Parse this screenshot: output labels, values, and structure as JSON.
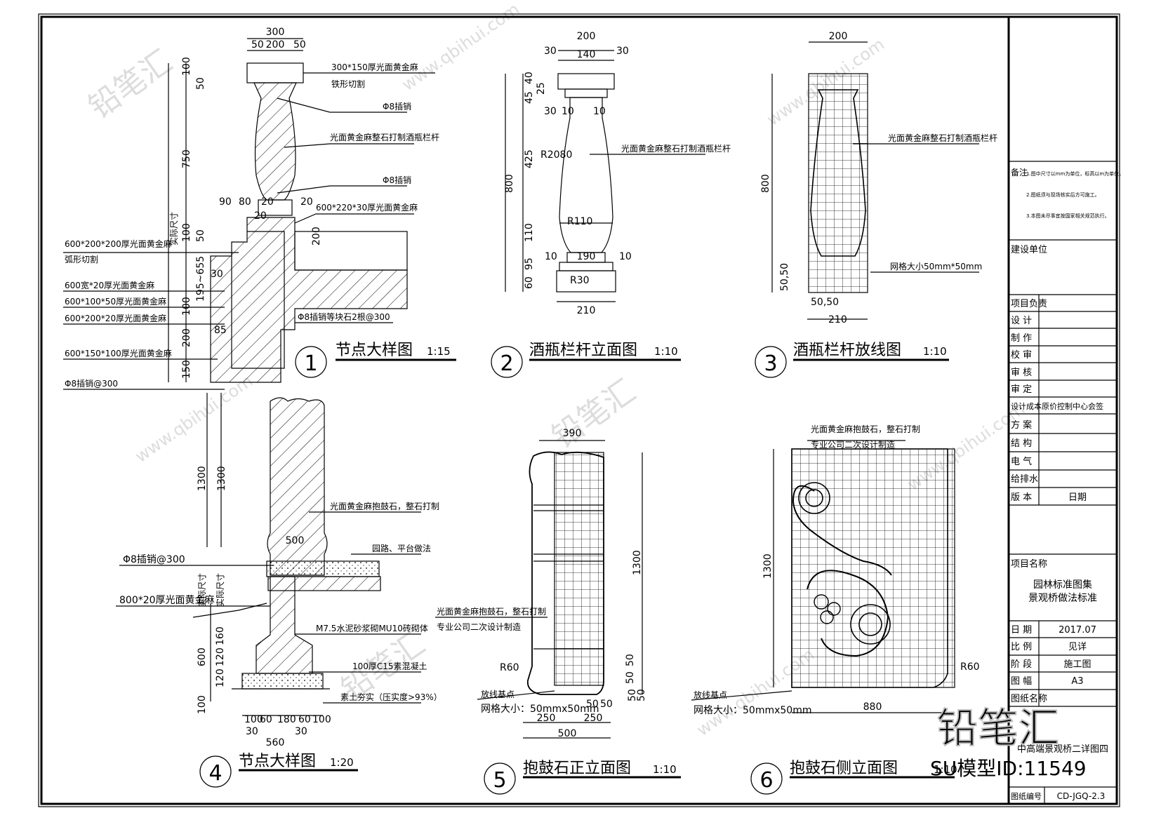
{
  "details": [
    {
      "num": "1",
      "title": "节点大样图",
      "scale": "1:15",
      "dims": [
        "300",
        "50",
        "200",
        "50",
        "100",
        "50",
        "750",
        "100",
        "50",
        "195~655",
        "100",
        "200",
        "150",
        "实际尺寸",
        "90",
        "80",
        "20",
        "20",
        "20",
        "200",
        "30",
        "85"
      ],
      "labels": [
        "300*150厚光面黄金麻",
        "铁形切割",
        "Φ8插销",
        "光面黄金麻整石打制酒瓶栏杆",
        "Φ8插销",
        "600*220*30厚光面黄金麻",
        "600*200*200厚光面黄金麻",
        "弧形切割",
        "600宽*20厚光面黄金麻",
        "600*100*50厚光面黄金麻",
        "600*200*20厚光面黄金麻",
        "600*150*100厚光面黄金麻",
        "Φ8插销等块石2根@300",
        "Φ8插销@300"
      ]
    },
    {
      "num": "2",
      "title": "酒瓶栏杆立面图",
      "scale": "1:10",
      "dims": [
        "200",
        "30",
        "140",
        "30",
        "45",
        "40",
        "25",
        "30",
        "10",
        "10",
        "800",
        "425",
        "110",
        "95",
        "60",
        "10",
        "190",
        "10",
        "210",
        "R2080",
        "R110",
        "R30"
      ],
      "labels": [
        "光面黄金麻整石打制酒瓶栏杆"
      ]
    },
    {
      "num": "3",
      "title": "酒瓶栏杆放线图",
      "scale": "1:10",
      "dims": [
        "200",
        "800",
        "50,50",
        "50,50",
        "210"
      ],
      "labels": [
        "光面黄金麻整石打制酒瓶栏杆",
        "网格大小50mm*50mm"
      ]
    },
    {
      "num": "4",
      "title": "节点大样图",
      "scale": "1:20",
      "dims": [
        "1300",
        "1300",
        "500",
        "实际尺寸",
        "实际尺寸",
        "600",
        "160",
        "120",
        "120",
        "100",
        "100",
        "60",
        "180",
        "60",
        "100",
        "560",
        "30",
        "30"
      ],
      "labels": [
        "光面黄金麻抱鼓石，整石打制",
        "园路、平台做法",
        "Φ8插销@300",
        "800*20厚光面黄金麻",
        "M7.5水泥砂浆砌MU10砖砌体",
        "100厚C15素混凝土",
        "素土夯实（压实度>93%）"
      ]
    },
    {
      "num": "5",
      "title": "抱鼓石正立面图",
      "scale": "1:10",
      "dims": [
        "390",
        "1300",
        "50",
        "50",
        "50",
        "50",
        "250",
        "250",
        "500",
        "50",
        "50",
        "R60"
      ],
      "labels": [
        "光面黄金麻抱鼓石，整石打制",
        "专业公司二次设计制造",
        "放线基点",
        "网格大小：50mmx50mm"
      ]
    },
    {
      "num": "6",
      "title": "抱鼓石侧立面图",
      "scale": "1:10",
      "dims": [
        "1300",
        "880",
        "R60"
      ],
      "labels": [
        "光面黄金麻抱鼓石，整石打制",
        "专业公司二次设计制造",
        "放线基点",
        "网格大小：50mmx50mm"
      ]
    }
  ],
  "title_block": {
    "notes_label": "备注",
    "notes": [
      "1.图中尺寸以mm为单位，标高以m为单位。",
      "2.图纸须与现场核实后方可施工。",
      "3.本图未尽事宜按国家相关规范执行。"
    ],
    "client_label": "建设单位",
    "rows": [
      {
        "label": "项目负责",
        "value": ""
      },
      {
        "label": "设  计",
        "value": ""
      },
      {
        "label": "制  作",
        "value": ""
      },
      {
        "label": "校  审",
        "value": ""
      },
      {
        "label": "审  核",
        "value": ""
      },
      {
        "label": "审  定",
        "value": ""
      },
      {
        "label": "设计成本原价控制中心会签",
        "value": ""
      },
      {
        "label": "方  案",
        "value": ""
      },
      {
        "label": "结  构",
        "value": ""
      },
      {
        "label": "电  气",
        "value": ""
      },
      {
        "label": "给排水",
        "value": ""
      },
      {
        "label": "版  本",
        "value": "日期"
      }
    ],
    "project_label": "项目名称",
    "project_line1": "园林标准图集",
    "project_line2": "景观桥做法标准",
    "info_rows": [
      {
        "label": "日  期",
        "value": "2017.07"
      },
      {
        "label": "比  例",
        "value": "见详"
      },
      {
        "label": "阶  段",
        "value": "施工图"
      },
      {
        "label": "图  幅",
        "value": "A3"
      },
      {
        "label": "图纸名称",
        "value": ""
      }
    ],
    "drawing_name": "中高端景观桥二详图四",
    "drawing_no_label": "图纸编号",
    "drawing_no": "CD-JGQ-2.3"
  },
  "watermark": {
    "brand": "铅笔汇",
    "site": "www.qbihui.com",
    "id_text": "SU模型ID:11549"
  }
}
